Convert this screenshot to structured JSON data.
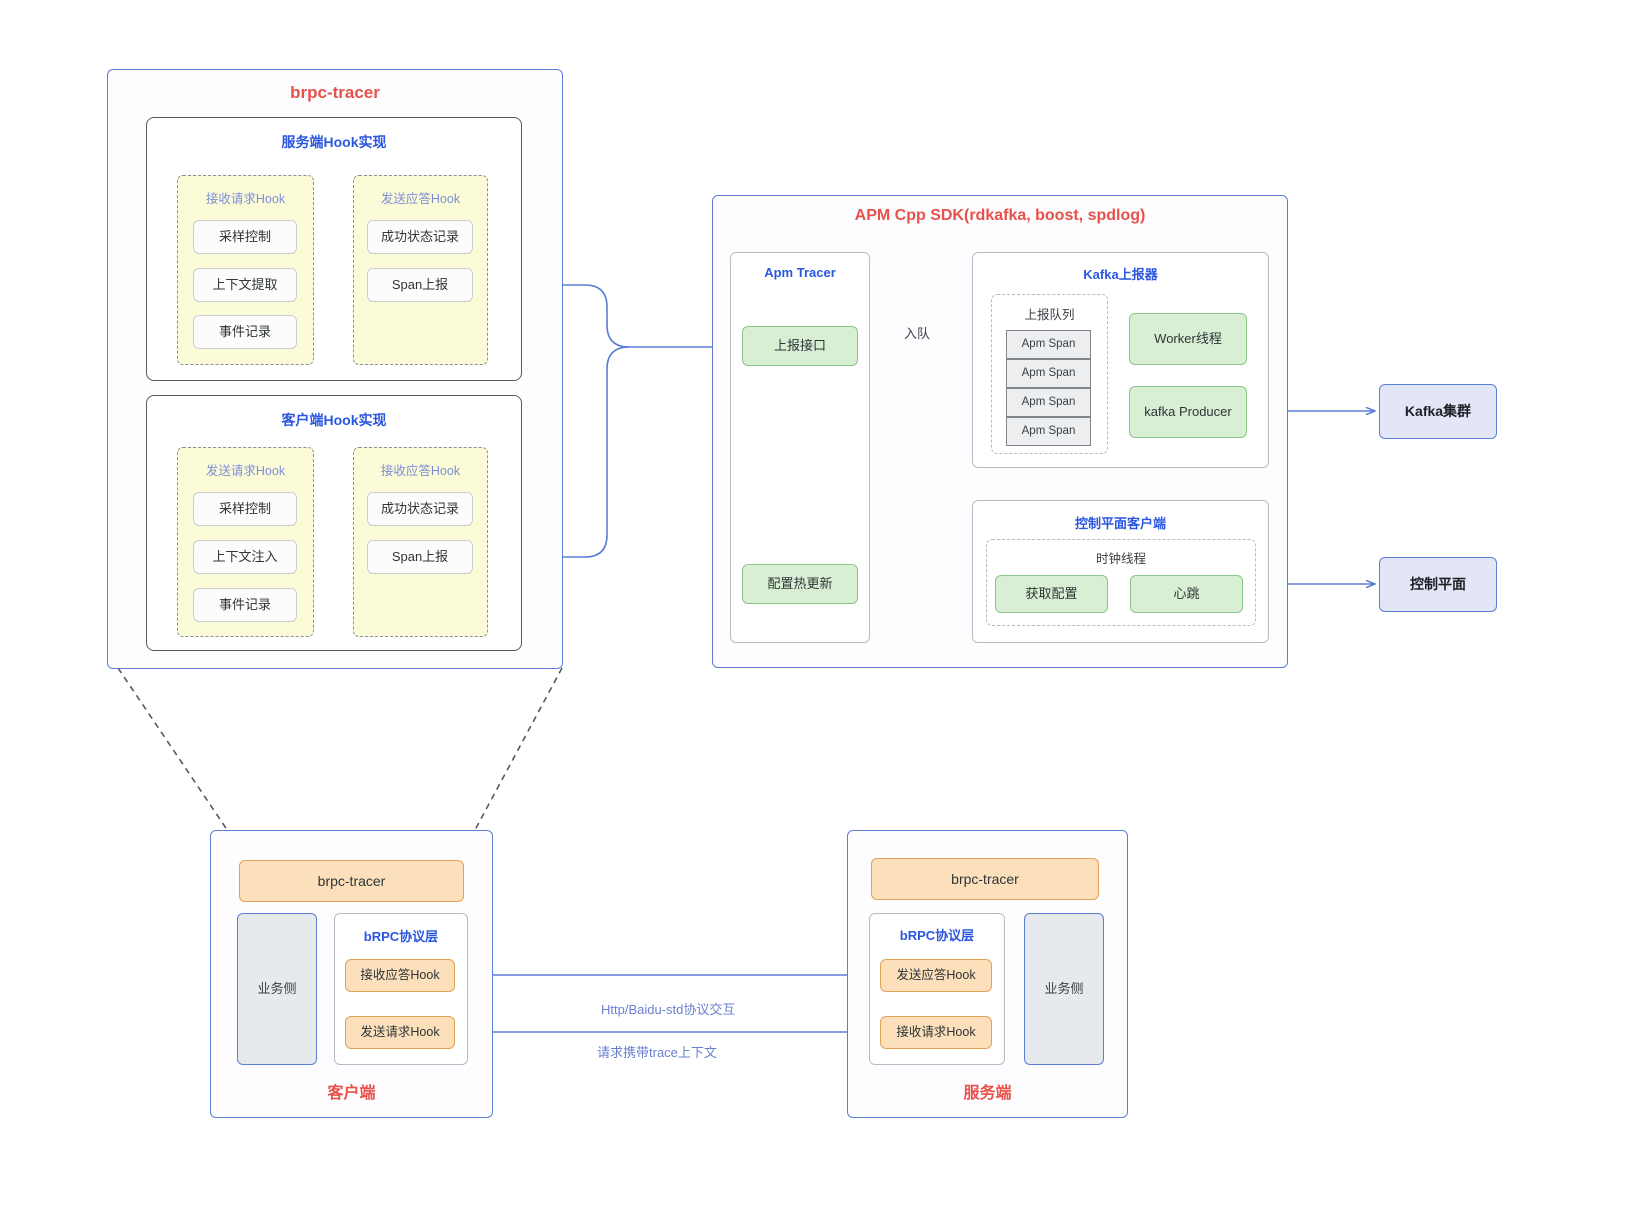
{
  "diagram": {
    "title": "brpc-tracer APM architecture",
    "colors": {
      "accent_red": "#e8514a",
      "accent_blue": "#2b56e0",
      "wire_blue": "#5b7fd4",
      "green_fill": "#d8efd3",
      "yellow_fill": "#fbfbd8",
      "orange_fill": "#fbe0bb",
      "lavender_fill": "#e2e6f7"
    }
  },
  "tracer_panel": {
    "title": "brpc-tracer",
    "server_group": {
      "title": "服务端Hook实现",
      "hooks": [
        {
          "title": "接收请求Hook",
          "items": [
            "采样控制",
            "上下文提取",
            "事件记录"
          ]
        },
        {
          "title": "发送应答Hook",
          "items": [
            "成功状态记录",
            "Span上报"
          ]
        }
      ]
    },
    "client_group": {
      "title": "客户端Hook实现",
      "hooks": [
        {
          "title": "发送请求Hook",
          "items": [
            "采样控制",
            "上下文注入",
            "事件记录"
          ]
        },
        {
          "title": "接收应答Hook",
          "items": [
            "成功状态记录",
            "Span上报"
          ]
        }
      ]
    }
  },
  "sdk_panel": {
    "title": "APM Cpp SDK(rdkafka, boost, spdlog)",
    "apm_tracer": {
      "title": "Apm Tracer",
      "report_interface": "上报接口",
      "config_hot_update": "配置热更新"
    },
    "kafka_reporter": {
      "title": "Kafka上报器",
      "queue": {
        "title": "上报队列",
        "items": [
          "Apm Span",
          "Apm Span",
          "Apm Span",
          "Apm Span"
        ]
      },
      "worker_thread": "Worker线程",
      "kafka_producer": "kafka Producer"
    },
    "control_plane_client": {
      "title": "控制平面客户端",
      "clock_thread": {
        "title": "时钟线程",
        "items": [
          "获取配置",
          "心跳"
        ]
      }
    },
    "enqueue_label": "入队"
  },
  "externals": {
    "kafka_cluster": "Kafka集群",
    "control_plane": "控制平面"
  },
  "client_panel": {
    "footer_title": "客户端",
    "tracer_bar": "brpc-tracer",
    "business_side": "业务侧",
    "protocol_layer": {
      "title": "bRPC协议层",
      "hooks": [
        "接收应答Hook",
        "发送请求Hook"
      ]
    }
  },
  "server_panel": {
    "footer_title": "服务端",
    "tracer_bar": "brpc-tracer",
    "business_side": "业务侧",
    "protocol_layer": {
      "title": "bRPC协议层",
      "hooks": [
        "发送应答Hook",
        "接收请求Hook"
      ]
    }
  },
  "interaction_labels": {
    "protocol": "Http/Baidu-std协议交互",
    "trace_context": "请求携带trace上下文"
  }
}
